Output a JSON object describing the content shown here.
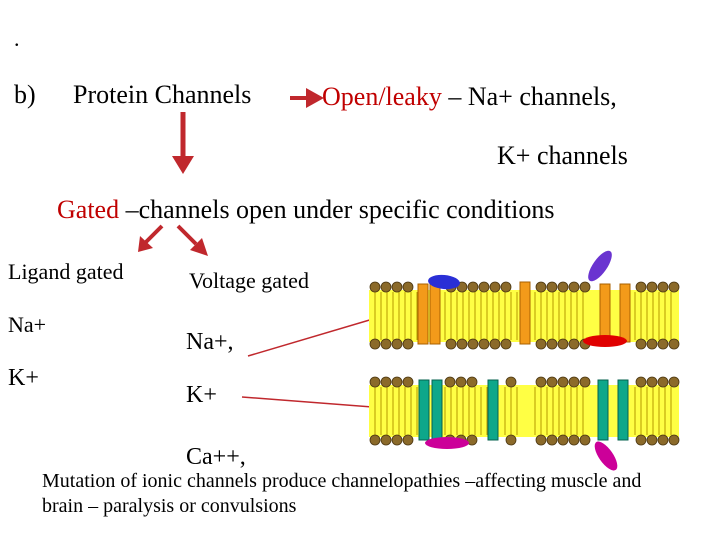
{
  "bullet": ".",
  "section": {
    "letter": "b)",
    "title": "Protein Channels"
  },
  "open_leaky": {
    "label": "Open/leaky",
    "rest": " – Na+ channels,",
    "line2": "K+ channels"
  },
  "gated": {
    "label": "Gated",
    "rest": " –channels open under specific conditions"
  },
  "ligand": {
    "heading": "Ligand gated",
    "items": [
      "Na+",
      "K+"
    ]
  },
  "voltage": {
    "heading": "Voltage gated",
    "items": [
      "Na+,",
      "K+",
      "Ca++,"
    ]
  },
  "note": "Mutation of ionic channels produce channelopathies –affecting muscle and brain – paralysis or convulsions",
  "colors": {
    "arrow": "#c0282d",
    "membrane_yellow": "#ffff44",
    "head_brown": "#8b6a2a",
    "orange_channel": "#f39a1a",
    "teal_channel": "#0ea78a",
    "blue_gate": "#2a2fd6",
    "purple_gate": "#6a34d0",
    "red_gate": "#e00000",
    "magenta_gate": "#cc0099"
  }
}
